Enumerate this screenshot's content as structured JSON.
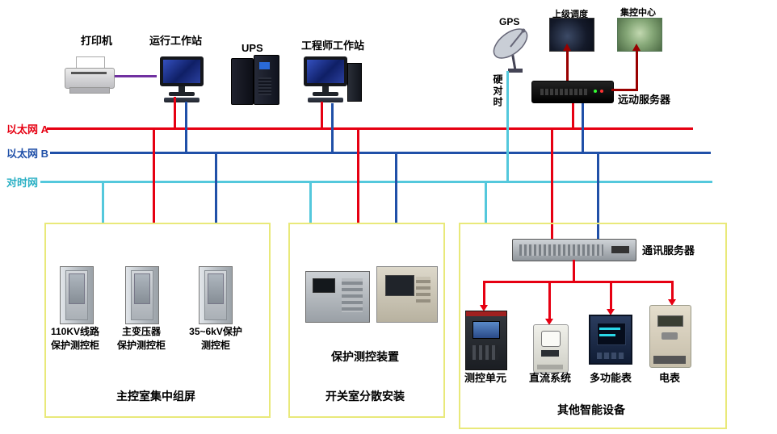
{
  "top": {
    "printer": "打印机",
    "operator_ws": "运行工作站",
    "ups": "UPS",
    "engineer_ws": "工程师工作站",
    "gps": "GPS",
    "dispatch": "上级调度",
    "control_center": "集控中心",
    "telecontrol_server": "远动服务器",
    "hard_time": "硬对时"
  },
  "buses": {
    "a": "以太网 A",
    "b": "以太网 B",
    "t": "对时网"
  },
  "box1": {
    "title": "主控室集中组屏",
    "cabinets": [
      {
        "line1": "110KV线路",
        "line2": "保护测控柜"
      },
      {
        "line1": "主变压器",
        "line2": "保护测控柜"
      },
      {
        "line1": "35~6kV保护",
        "line2": "测控柜"
      }
    ]
  },
  "box2": {
    "title": "开关室分散安装",
    "device": "保护测控装置"
  },
  "box3": {
    "title": "其他智能设备",
    "server": "通讯服务器",
    "devices": [
      "测控单元",
      "直流系统",
      "多功能表",
      "电表"
    ]
  },
  "colors": {
    "ethernet_a": "#e60012",
    "ethernet_b": "#2050a8",
    "time_net": "#54c8dc",
    "uplink": "#990000",
    "printer_link": "#7030a0",
    "zone_border": "#e9e97a"
  }
}
